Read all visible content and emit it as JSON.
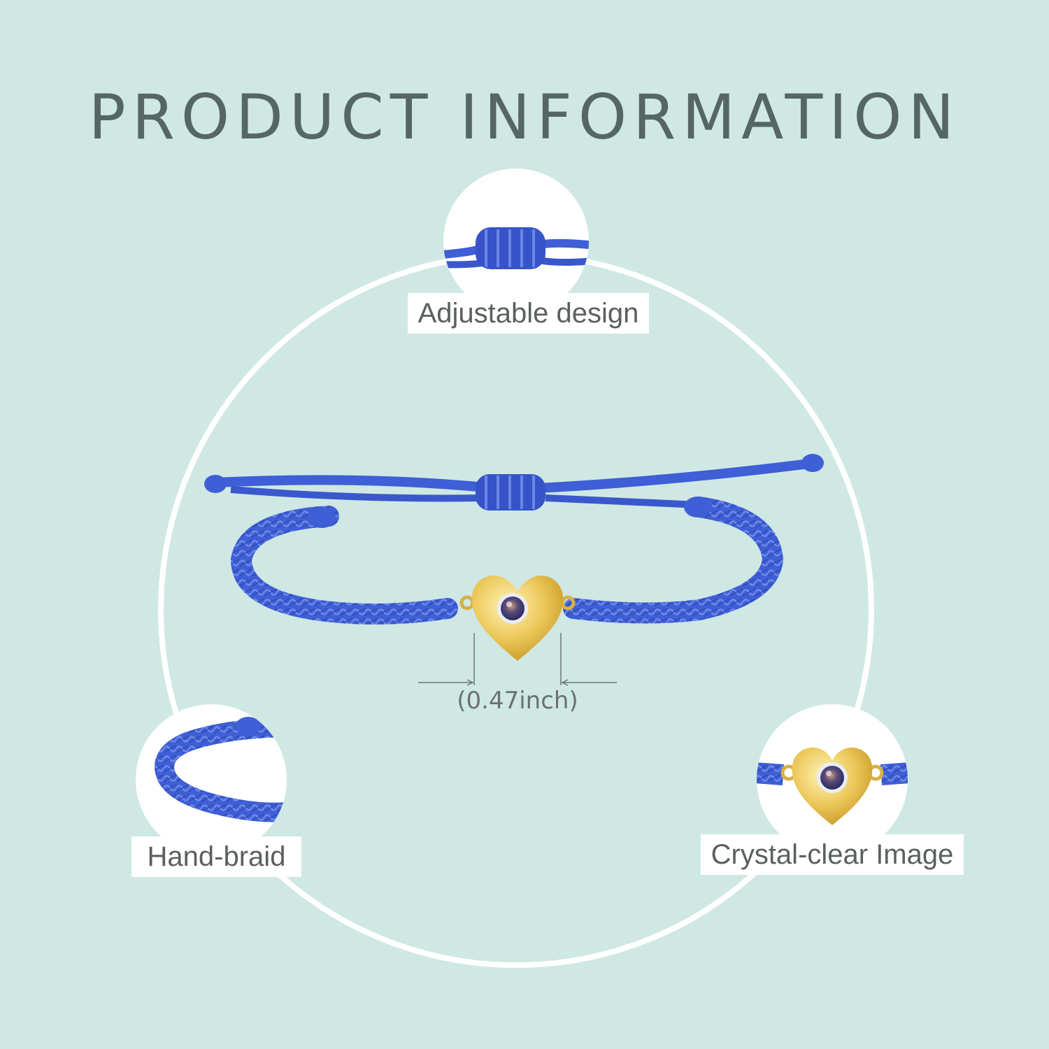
{
  "title": "PRODUCT INFORMATION",
  "features": {
    "adjustable": "Adjustable design",
    "braid": "Hand-braid",
    "image": "Crystal-clear Image"
  },
  "dimension": "(0.47inch)",
  "colors": {
    "background": "#cfe8e4",
    "cord": "#3f5fd6",
    "heart": "#e9c85a",
    "text": "#566662"
  }
}
